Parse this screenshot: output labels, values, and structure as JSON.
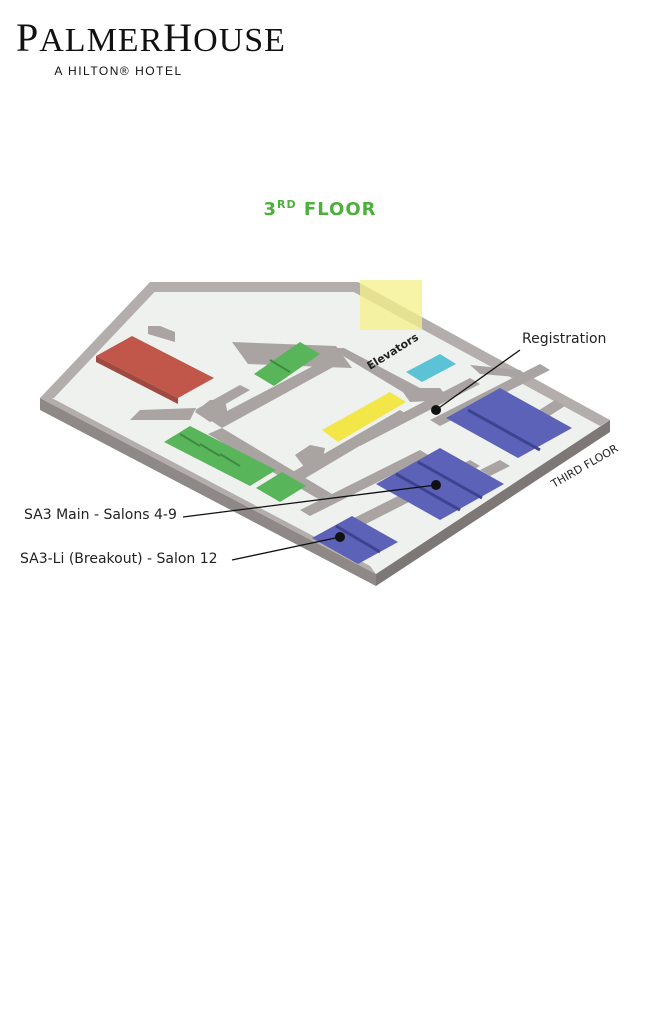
{
  "logo": {
    "brand_cap1": "P",
    "brand_rest1": "ALMER",
    "brand_cap2": "H",
    "brand_rest2": "OUSE",
    "subtitle": "A HILTON® HOTEL"
  },
  "floor": {
    "title_num": "3",
    "title_sup": "RD",
    "title_word": "FLOOR"
  },
  "map": {
    "side_label": "THIRD FLOOR",
    "elevators_label": "Elevators",
    "callouts": {
      "registration": "Registration",
      "sa3_main": "SA3 Main - Salons 4-9",
      "sa3_li": "SA3-Li (Breakout) - Salon 12"
    },
    "colors": {
      "wall": "#a9a4a1",
      "floor": "#eef1ee",
      "red_room": "#c0574a",
      "green_rooms": "#58b55a",
      "yellow_room": "#f2e649",
      "cyan_room": "#5cc3d6",
      "blue_rooms": "#5b62b8",
      "title_green": "#4daf3c"
    }
  }
}
